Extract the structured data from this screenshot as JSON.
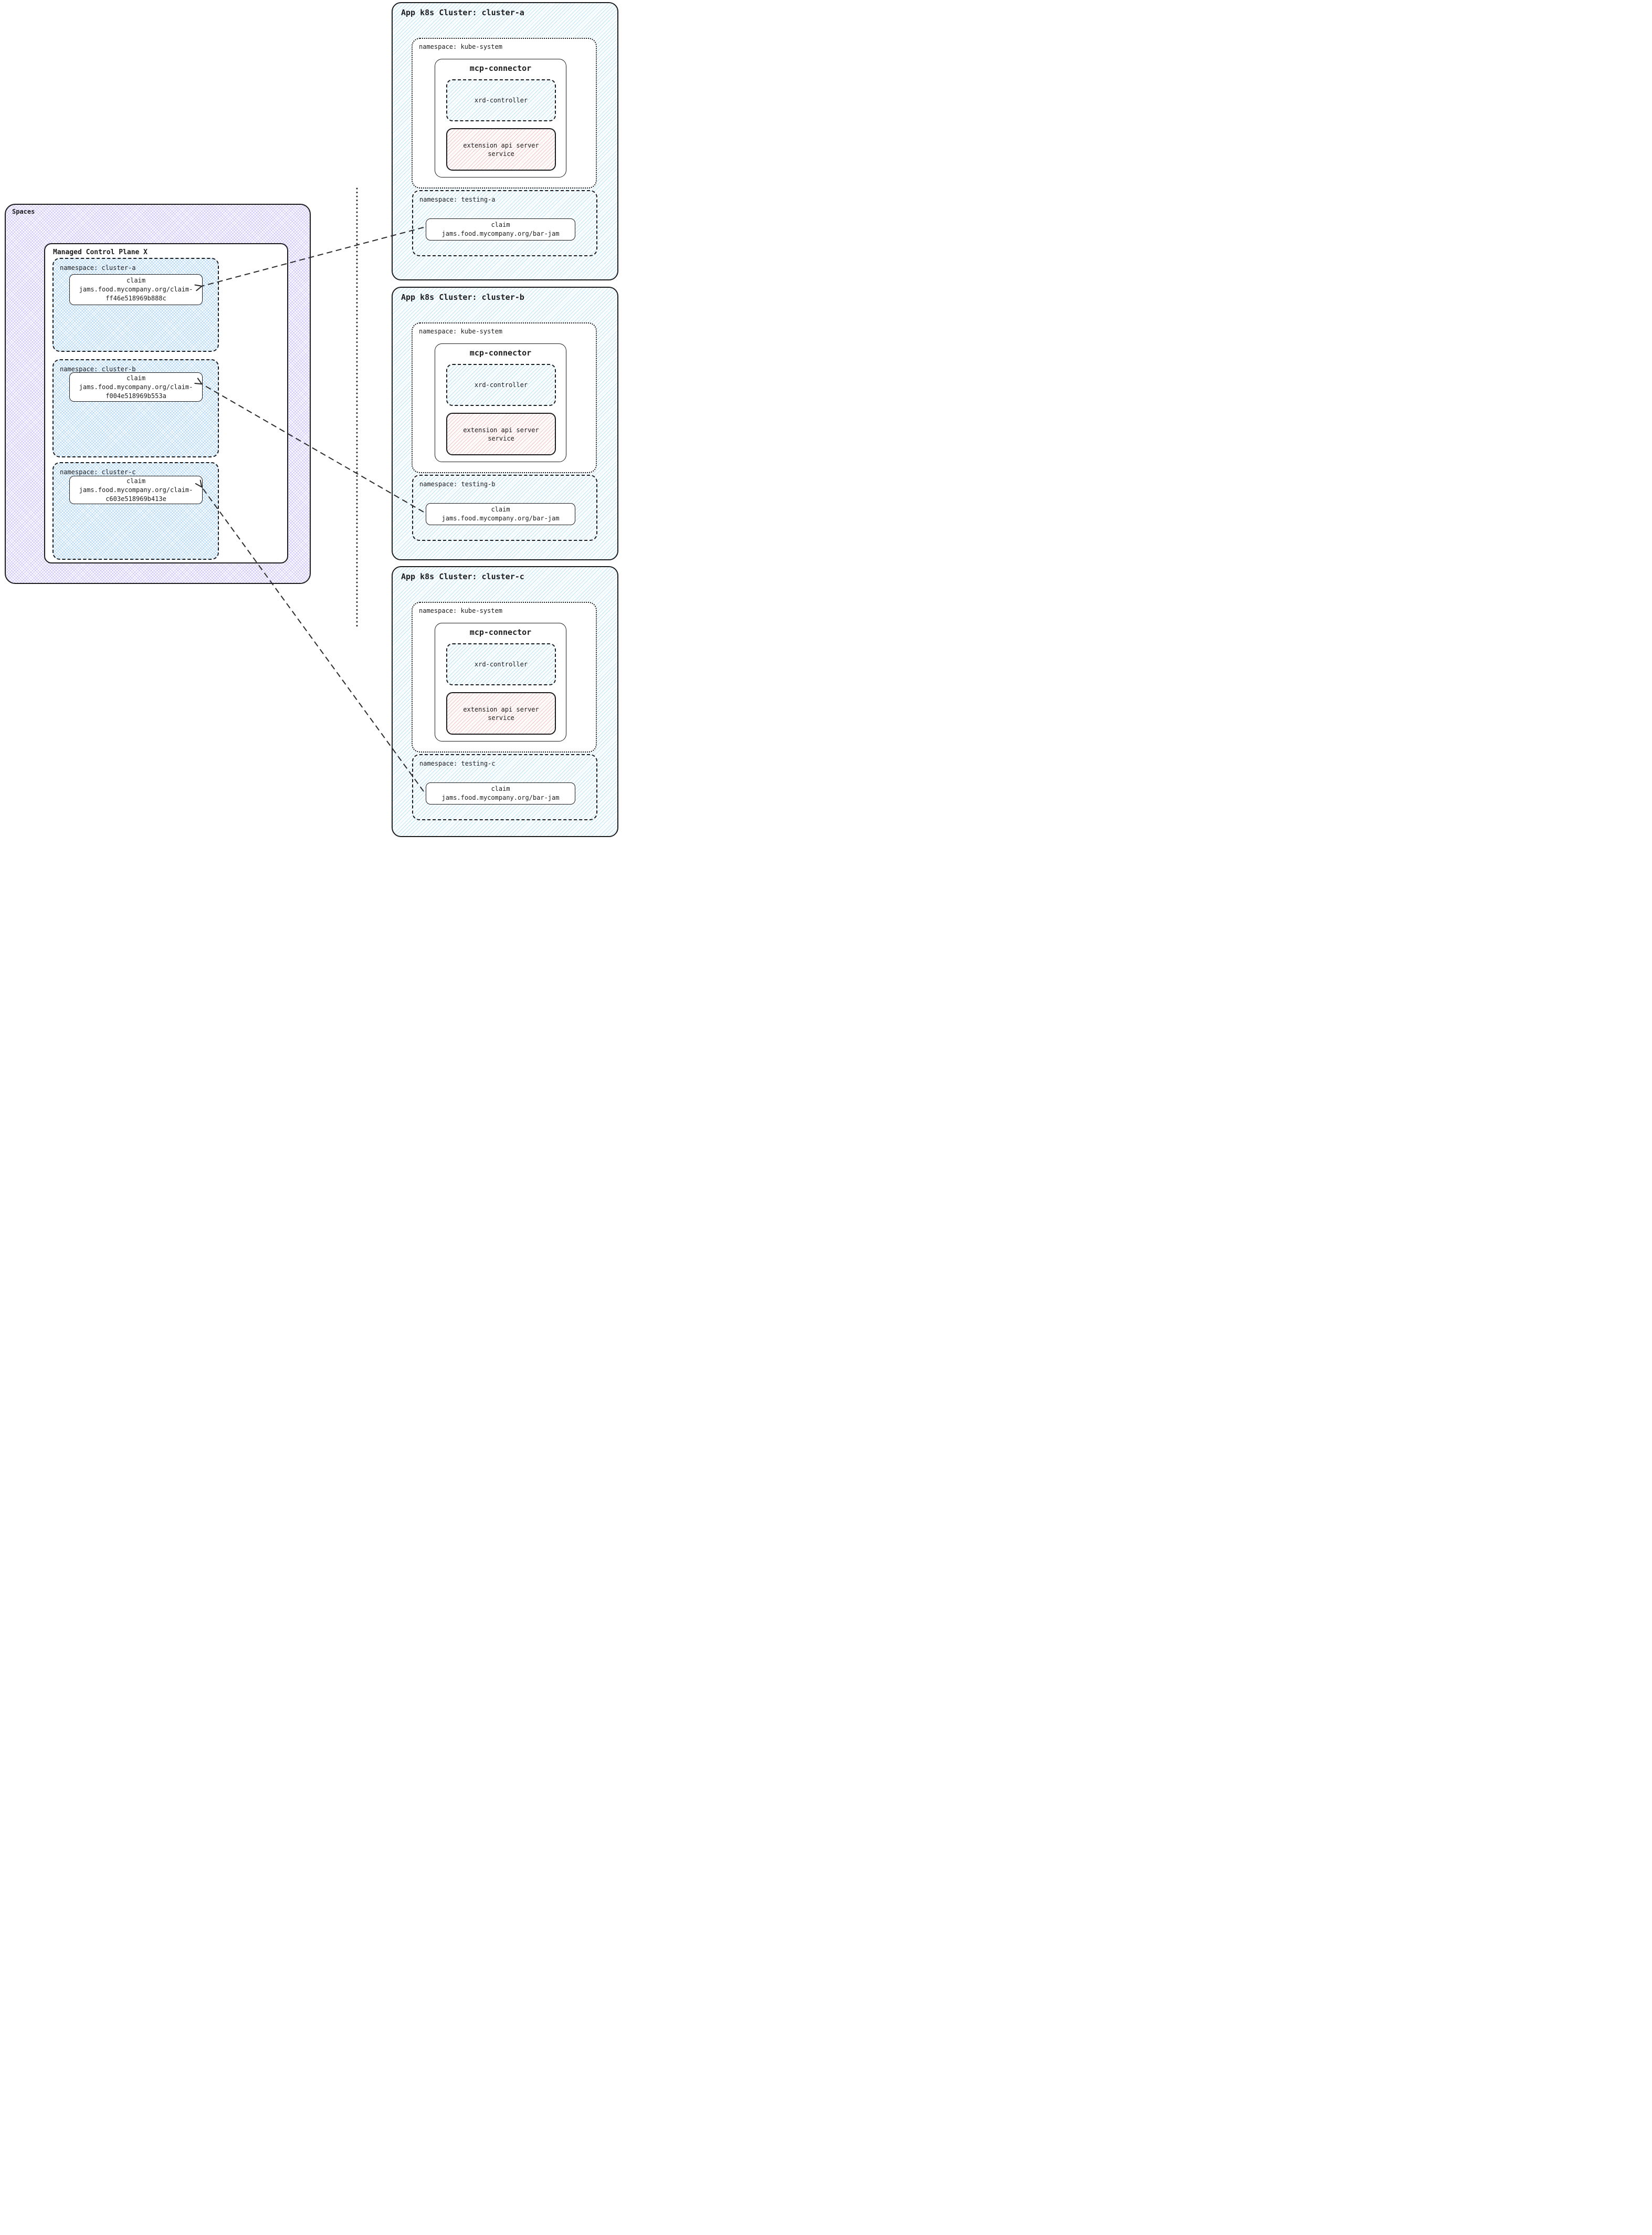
{
  "left_panel": {
    "title": "Spaces",
    "control_plane": {
      "title": "Managed Control Plane X",
      "namespaces": [
        {
          "label": "namespace: cluster-a",
          "claim": {
            "title": "claim",
            "line1": "jams.food.mycompany.org/claim-",
            "line2": "ff46e518969b888c"
          }
        },
        {
          "label": "namespace: cluster-b",
          "claim": {
            "title": "claim",
            "line1": "jams.food.mycompany.org/claim-",
            "line2": "f004e518969b553a"
          }
        },
        {
          "label": "namespace: cluster-c",
          "claim": {
            "title": "claim",
            "line1": "jams.food.mycompany.org/claim-",
            "line2": "c603e518969b413e"
          }
        }
      ]
    }
  },
  "clusters": [
    {
      "title": "App k8s Cluster: cluster-a",
      "kube_namespace": {
        "label": "namespace: kube-system",
        "connector": {
          "title": "mcp-connector",
          "controller": "xrd-controller",
          "service_line1": "extension api server",
          "service_line2": "service"
        }
      },
      "testing_namespace": {
        "label": "namespace: testing-a",
        "claim": {
          "title": "claim",
          "target": "jams.food.mycompany.org/bar-jam"
        }
      }
    },
    {
      "title": "App k8s Cluster: cluster-b",
      "kube_namespace": {
        "label": "namespace: kube-system",
        "connector": {
          "title": "mcp-connector",
          "controller": "xrd-controller",
          "service_line1": "extension api server",
          "service_line2": "service"
        }
      },
      "testing_namespace": {
        "label": "namespace: testing-b",
        "claim": {
          "title": "claim",
          "target": "jams.food.mycompany.org/bar-jam"
        }
      }
    },
    {
      "title": "App k8s Cluster: cluster-c",
      "kube_namespace": {
        "label": "namespace: kube-system",
        "connector": {
          "title": "mcp-connector",
          "controller": "xrd-controller",
          "service_line1": "extension api server",
          "service_line2": "service"
        }
      },
      "testing_namespace": {
        "label": "namespace: testing-c",
        "claim": {
          "title": "claim",
          "target": "jams.food.mycompany.org/bar-jam"
        }
      }
    }
  ],
  "colors": {
    "ink": "#1c1c1e",
    "purple_hatch": "#927ef4",
    "blue_hatch": "#69c3eb",
    "pink_hatch": "#e8827d",
    "background": "#ffffff"
  }
}
